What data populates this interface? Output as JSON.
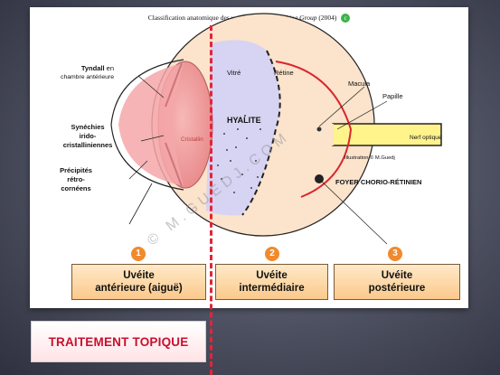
{
  "header": {
    "title_prefix": "Classification anatomique des uvéites du",
    "title_italic": "SUN Working Group",
    "title_suffix": "(2004)",
    "copyright_badge": "c"
  },
  "eye_labels": {
    "tyndall": "Tyndall",
    "tyndall_suffix": "en",
    "tyndall_line2": "chambre antérieure",
    "synechies": "Synéchies\nirido-\ncristalliniennes",
    "precipites": "Précipités\nrétro-\ncornéens",
    "cristallin": "Cristallin",
    "vitre": "Vitré",
    "retine": "Rétine",
    "hyalite": "HYALITE",
    "macula": "Macula",
    "papille": "Papille",
    "nerf": "Nerf optique",
    "illustration": "Illustration © M.Guedj",
    "foyer": "FOYER CHORIO-RÉTINIEN"
  },
  "watermark": "© M.GUEDJ.COM",
  "sections": [
    {
      "number": "1",
      "label": "Uvéite\nantérieure (aiguë)"
    },
    {
      "number": "2",
      "label": "Uvéite\nintermédiaire"
    },
    {
      "number": "3",
      "label": "Uvéite\npostérieure"
    }
  ],
  "treatment": "TRAITEMENT TOPIQUE",
  "colors": {
    "accent_red": "#e0263a",
    "badge_orange": "#f08a2c",
    "treatment_text": "#c8102e",
    "eye_fill": "#fbe3cc"
  }
}
